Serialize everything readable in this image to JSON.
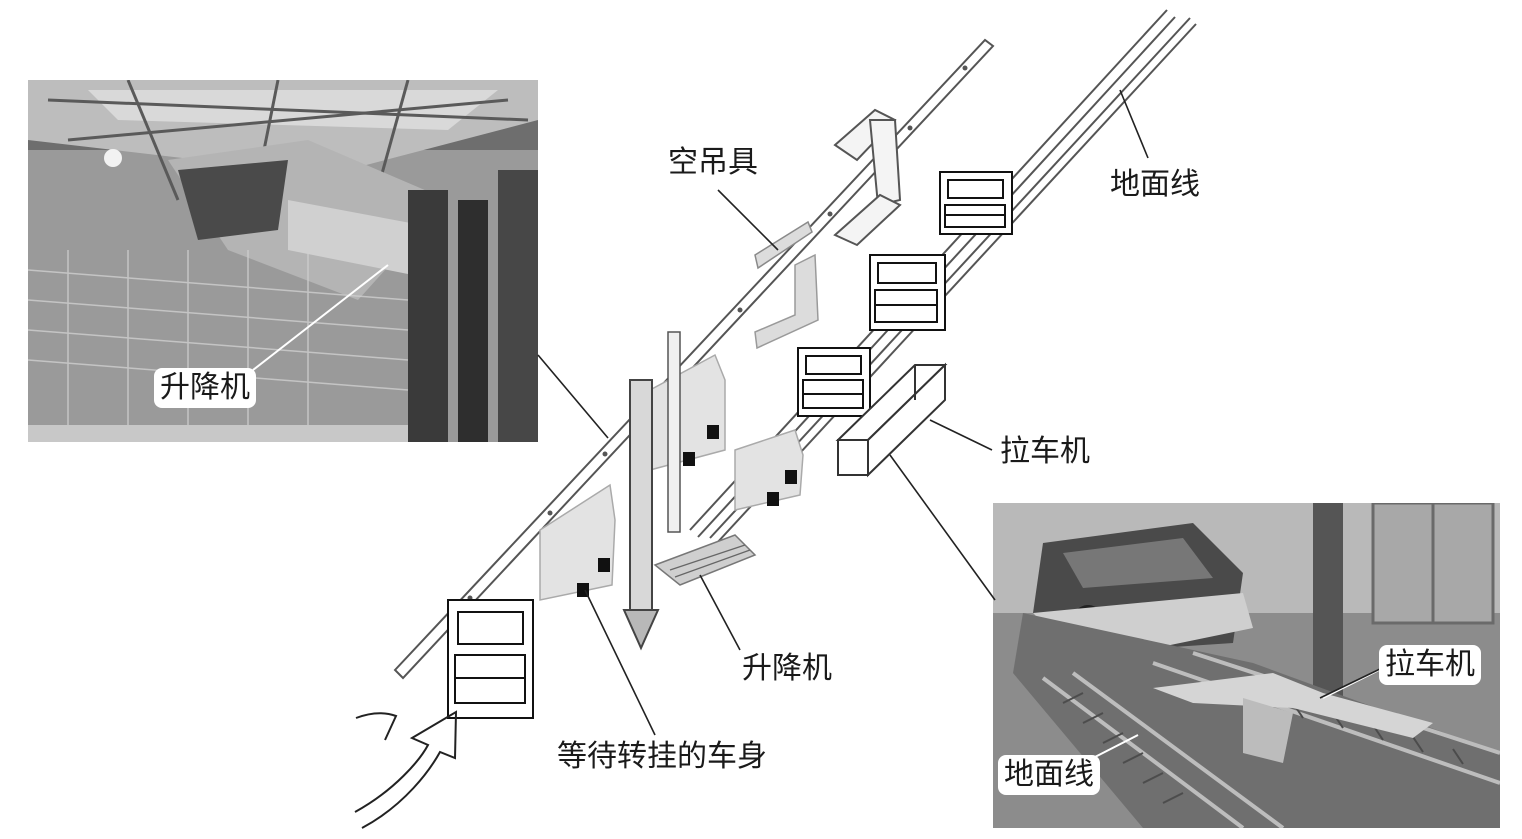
{
  "labels": {
    "empty_hanger": "空吊具",
    "ground_line": "地面线",
    "lift_photo": "升降机",
    "pull_machine": "拉车机",
    "lift_center": "升降机",
    "waiting_bodies": "等待转挂的车身",
    "pull_machine_photo": "拉车机",
    "ground_line_photo": "地面线"
  }
}
